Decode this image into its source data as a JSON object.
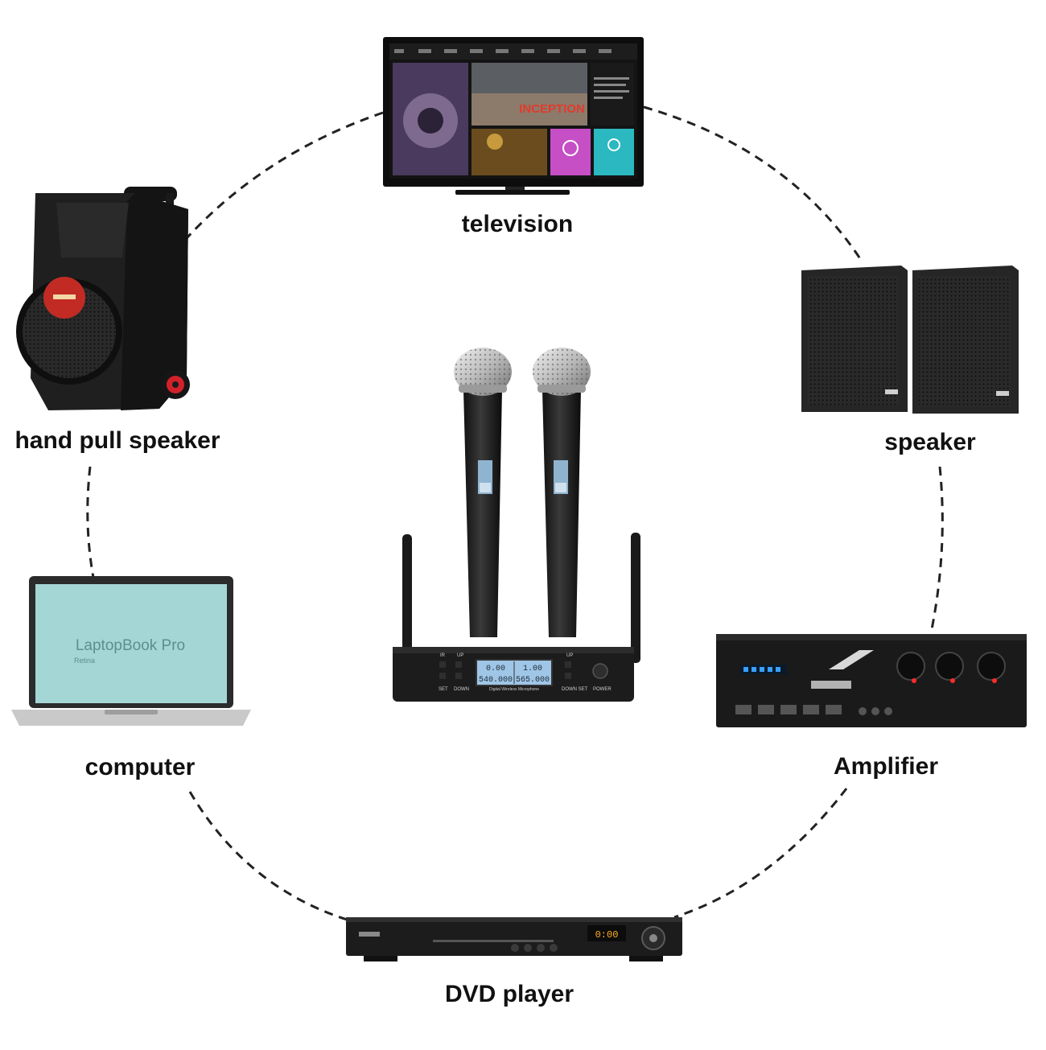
{
  "labels": {
    "television": "television",
    "hand_pull_speaker": "hand pull speaker",
    "speaker": "speaker",
    "computer": "computer",
    "amplifier": "Amplifier",
    "dvd_player": "DVD player"
  },
  "television_screen": {
    "movie_title": "INCEPTION"
  },
  "laptop_screen": {
    "brand": "LaptopBook Pro",
    "sub": "Retina"
  },
  "receiver": {
    "ch1_top": "0.00",
    "ch1_bottom": "540.000",
    "ch2_top": "1.00",
    "ch2_bottom": "565.000",
    "ir": "IR",
    "up_left": "UP",
    "up_right": "UP",
    "set": "SET",
    "down": "DOWN",
    "down_set": "DOWN SET",
    "power": "POWER",
    "model": "Digital Wireless Microphone"
  },
  "dvd": {
    "display": "0:00"
  },
  "colors": {
    "ring": "#222222",
    "device_dark": "#1c1c1c",
    "lcd": "#9fc6e6",
    "laptop_screen": "#a5d6d6",
    "accent_red": "#e0212b",
    "amp_blue": "#3aa0ff"
  }
}
